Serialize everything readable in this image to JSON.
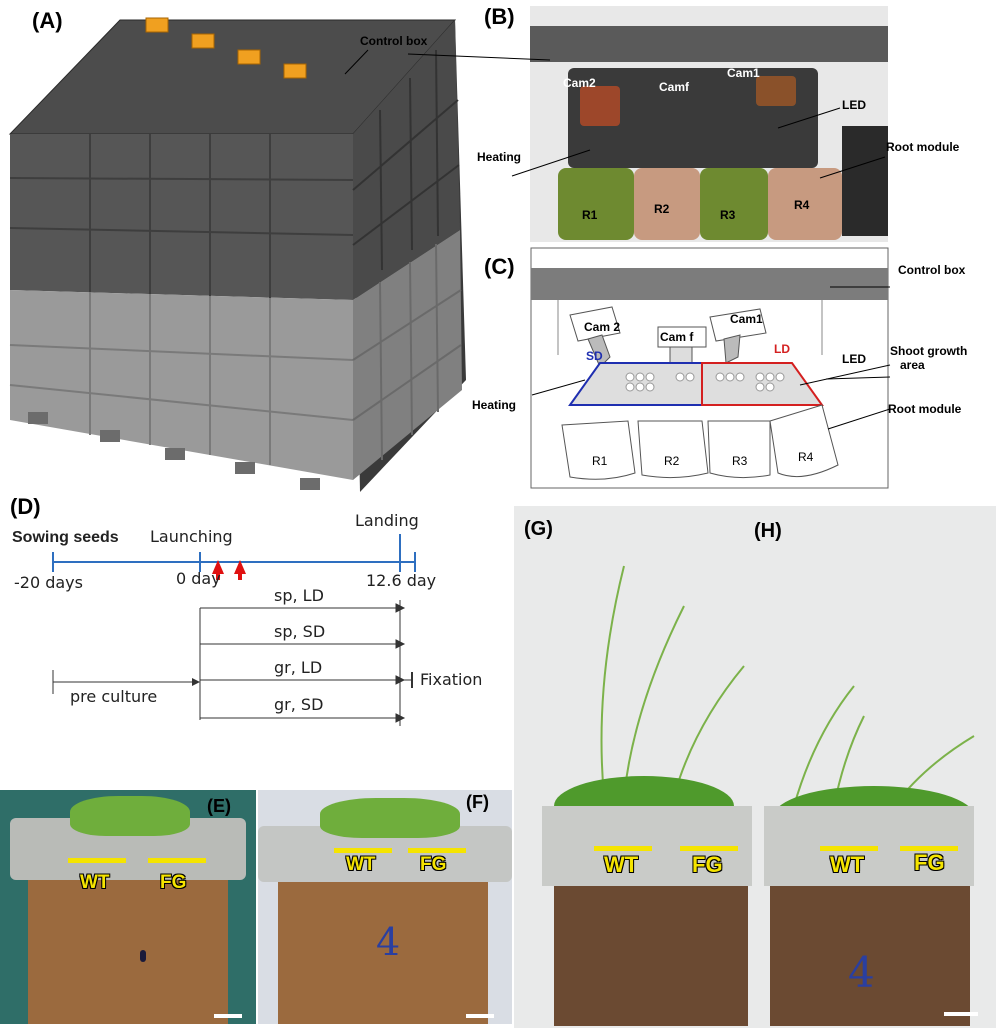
{
  "panels": {
    "a": "(A)",
    "b": "(B)",
    "c": "(C)",
    "d": "(D)",
    "e": "(E)",
    "f": "(F)",
    "g": "(G)",
    "h": "(H)"
  },
  "panel_a": {
    "control_box": "Control box"
  },
  "panel_b": {
    "cams": [
      "Cam2",
      "Camf",
      "Cam1"
    ],
    "led": "LED",
    "heating": "Heating",
    "root_module": "Root module",
    "modules": [
      "R1",
      "R2",
      "R3",
      "R4"
    ]
  },
  "panel_c": {
    "control_box": "Control box",
    "cam2": "Cam 2",
    "camf": "Cam f",
    "cam1": "Cam1",
    "sd": "SD",
    "ld": "LD",
    "led": "LED",
    "shoot_line1": "Shoot growth",
    "shoot_line2": "area",
    "heating": "Heating",
    "root_module": "Root module",
    "modules": [
      "R1",
      "R2",
      "R3",
      "R4"
    ]
  },
  "panel_d": {
    "sowing": "Sowing seeds",
    "launching": "Launching",
    "landing": "Landing",
    "t0": "-20 days",
    "t1": "0 day",
    "t2": "12.6 day",
    "conditions": [
      "sp, LD",
      "sp, SD",
      "gr, LD",
      "gr, SD"
    ],
    "pre_culture": "pre culture",
    "fixation": "Fixation"
  },
  "photo_labels": {
    "wt": "WT",
    "fg": "FG",
    "pot_mark_f": "4",
    "pot_mark_h": "4"
  },
  "colors": {
    "sd_blue": "#1f2fb0",
    "ld_red": "#d42020",
    "arrow_red": "#e01010",
    "timeline_blue": "#2e6fc0",
    "yellow": "#f5e400"
  }
}
